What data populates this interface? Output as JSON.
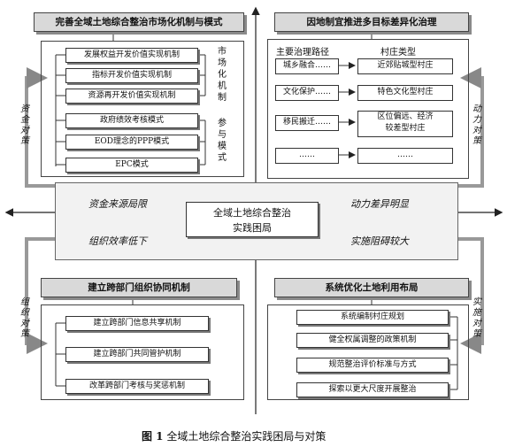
{
  "center": {
    "line1": "全域土地综合整治",
    "line2": "实践困局"
  },
  "center_band": {
    "top_left": "资金来源局限",
    "top_right": "动力差异明显",
    "bottom_left": "组织效率低下",
    "bottom_right": "实施阻碍较大"
  },
  "q1": {
    "title": "完善全域土地综合整治市场化机制与模式",
    "side_label": "资金对策",
    "group1_label": "市场化机制",
    "group2_label": "参与模式",
    "items": [
      "发展权益开发价值实现机制",
      "指标开发价值实现机制",
      "资源再开发价值实现机制",
      "政府绩效考核模式",
      "EOD理念的PPP模式",
      "EPC模式"
    ]
  },
  "q2": {
    "title": "因地制宜推进多目标差异化治理",
    "side_label": "动力对策",
    "col_left_title": "主要治理路径",
    "col_right_title": "村庄类型",
    "paths": [
      "城乡融合……",
      "文化保护……",
      "移民搬迁……",
      "……"
    ],
    "types": [
      "近郊贴城型村庄",
      "特色文化型村庄",
      "区位偏远、经济较差型村庄",
      "……"
    ],
    "type3_line1": "区位偏远、经济",
    "type3_line2": "较差型村庄"
  },
  "q3": {
    "title": "建立跨部门组织协同机制",
    "side_label": "组织对策",
    "items": [
      "建立跨部门信息共享机制",
      "建立跨部门共同管护机制",
      "改革跨部门考核与奖惩机制"
    ]
  },
  "q4": {
    "title": "系统优化土地利用布局",
    "side_label": "实施对策",
    "items": [
      "系统编制村庄规划",
      "健全权属调整的政策机制",
      "规范整治评价标准与方式",
      "探索以更大尺度开展整治"
    ]
  },
  "caption": {
    "label": "图 1",
    "text": "全域土地综合整治实践困局与对策"
  }
}
